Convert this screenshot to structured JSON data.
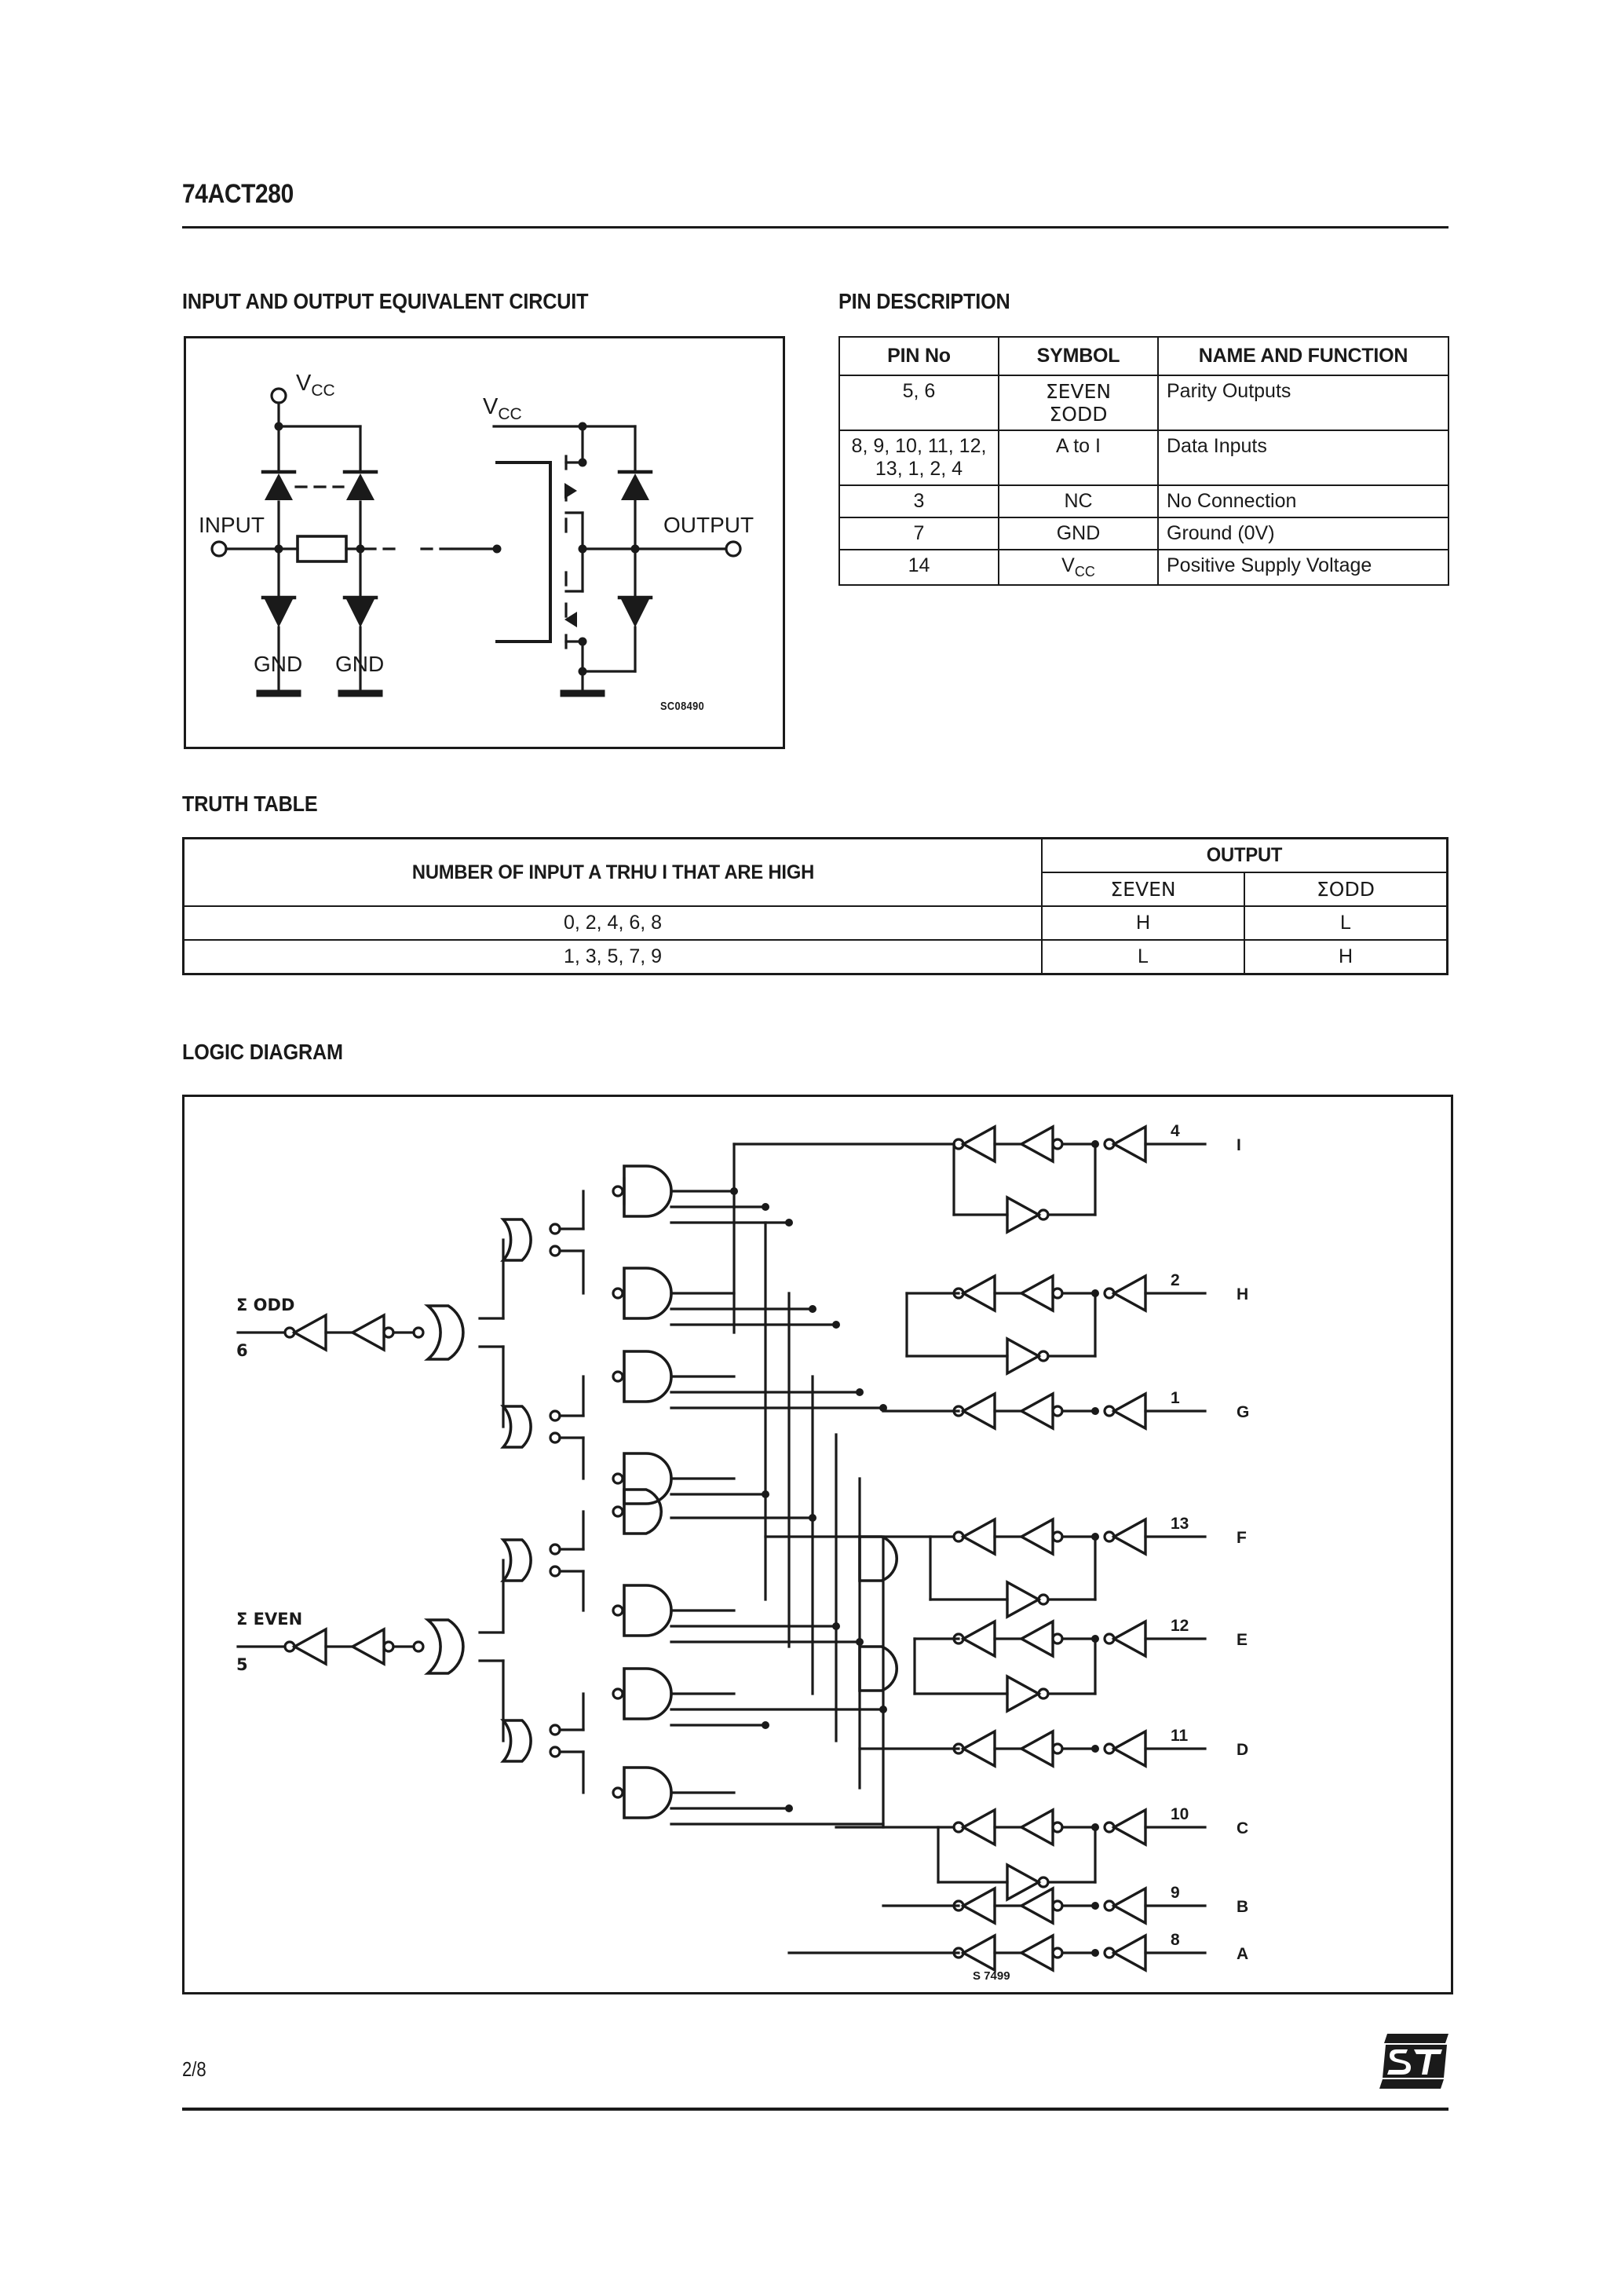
{
  "document": {
    "part_number": "74ACT280",
    "page_number": "2/8",
    "brand_logo": "st-logo"
  },
  "sections": {
    "circuit": "INPUT AND OUTPUT EQUIVALENT CIRCUIT",
    "pin": "PIN DESCRIPTION",
    "truth": "TRUTH TABLE",
    "logic": "LOGIC DIAGRAM"
  },
  "equivalent_circuit": {
    "drawing_code": "SC08490",
    "labels": {
      "vcc_left": "V",
      "vcc_left_sub": "CC",
      "vcc_right": "V",
      "vcc_right_sub": "CC",
      "input": "INPUT",
      "output": "OUTPUT",
      "gnd_1": "GND",
      "gnd_2": "GND"
    }
  },
  "pin_description": {
    "headers": [
      "PIN No",
      "SYMBOL",
      "NAME AND FUNCTION"
    ],
    "rows": [
      {
        "pin": "5, 6",
        "symbol_line1": "ΣEVEN",
        "symbol_line2": "ΣODD",
        "function": "Parity Outputs"
      },
      {
        "pin": "8, 9, 10, 11, 12, 13, 1, 2, 4",
        "symbol_line1": "A to I",
        "symbol_line2": "",
        "function": "Data Inputs"
      },
      {
        "pin": "3",
        "symbol_line1": "NC",
        "symbol_line2": "",
        "function": "No Connection"
      },
      {
        "pin": "7",
        "symbol_line1": "GND",
        "symbol_line2": "",
        "function": "Ground (0V)"
      },
      {
        "pin": "14",
        "symbol_line1": "VCC",
        "symbol_line2": "",
        "function": "Positive Supply Voltage"
      }
    ]
  },
  "truth_table": {
    "header_inputs": "NUMBER OF INPUT A TRHU I THAT ARE HIGH",
    "header_output": "OUTPUT",
    "subheader_even": "ΣEVEN",
    "subheader_odd": "ΣODD",
    "rows": [
      {
        "count": "0, 2, 4, 6, 8",
        "even": "H",
        "odd": "L"
      },
      {
        "count": "1, 3, 5, 7, 9",
        "even": "L",
        "odd": "H"
      }
    ]
  },
  "logic_diagram": {
    "drawing_code": "S 7499",
    "inputs": {
      "odd_label": "Σ ODD",
      "odd_pin": "6",
      "even_label": "Σ EVEN",
      "even_pin": "5"
    },
    "data_pins": [
      {
        "pin": "4",
        "name": "I"
      },
      {
        "pin": "2",
        "name": "H"
      },
      {
        "pin": "1",
        "name": "G"
      },
      {
        "pin": "13",
        "name": "F"
      },
      {
        "pin": "12",
        "name": "E"
      },
      {
        "pin": "11",
        "name": "D"
      },
      {
        "pin": "10",
        "name": "C"
      },
      {
        "pin": "9",
        "name": "B"
      },
      {
        "pin": "8",
        "name": "A"
      }
    ]
  },
  "colors": {
    "ink": "#1a1a1a",
    "paper": "#ffffff"
  }
}
